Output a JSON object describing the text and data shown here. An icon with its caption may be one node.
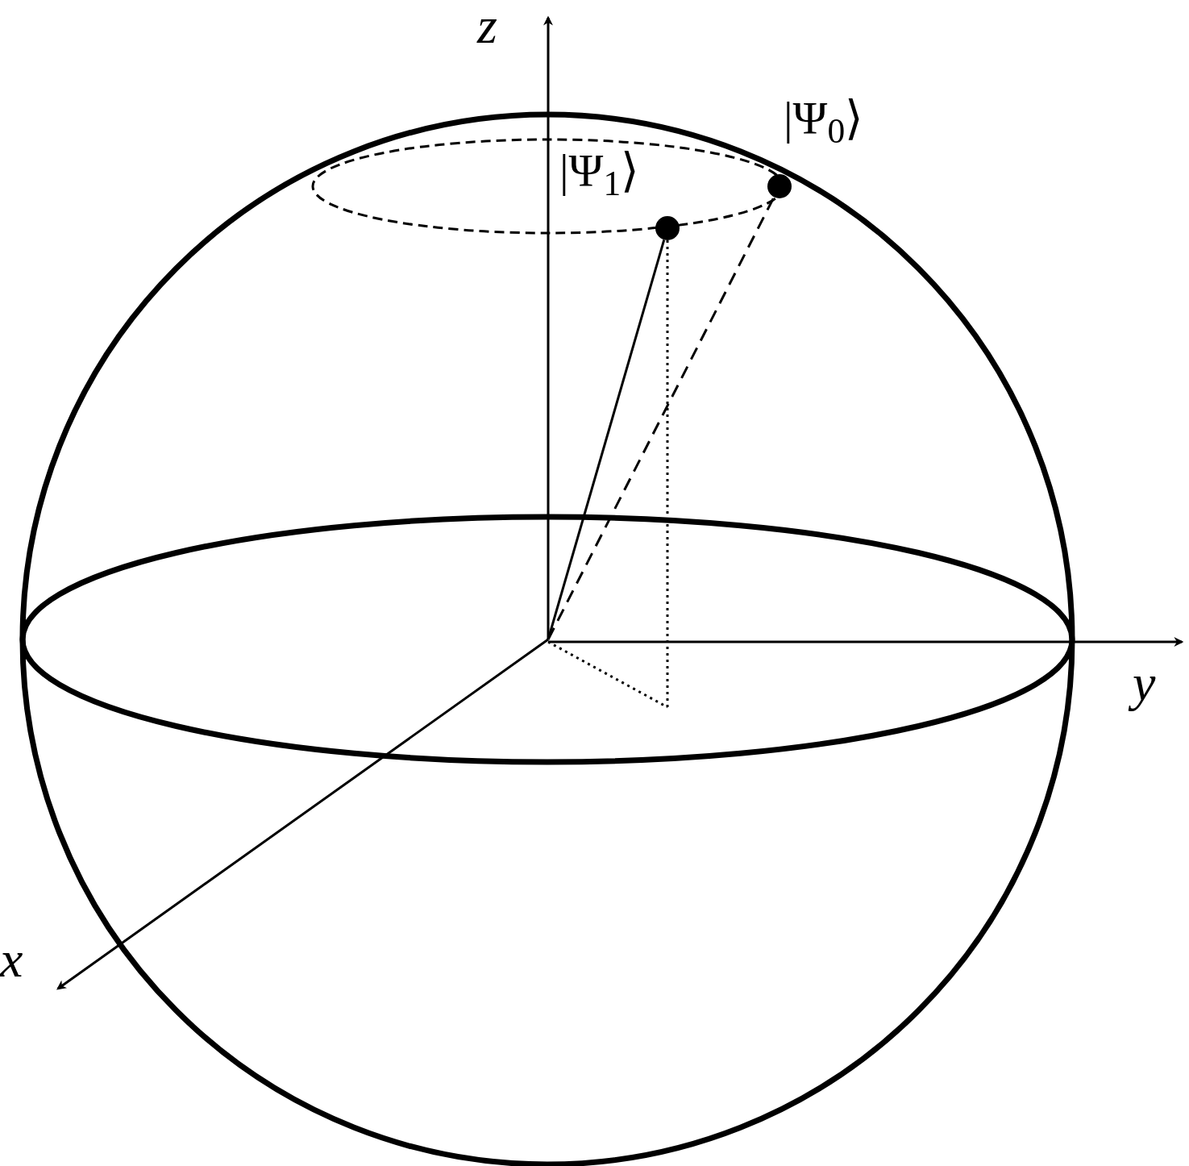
{
  "diagram": {
    "nodes": [
      {
        "text": [],
        "shape": "circle",
        "beside": [
          "|Ψ$_{0}$⟩"
        ]
      },
      {
        "text": [],
        "shape": "circle",
        "beside": [
          "|Ψ$_{1}$⟩"
        ]
      }
    ],
    "edges": [
      {
        "from": null,
        "to": 1,
        "arrow": "none"
      },
      {
        "from": null,
        "to": 0,
        "arrow": "none",
        "style": "dashed"
      }
    ],
    "labels": [
      "z",
      "y",
      "x"
    ]
  }
}
